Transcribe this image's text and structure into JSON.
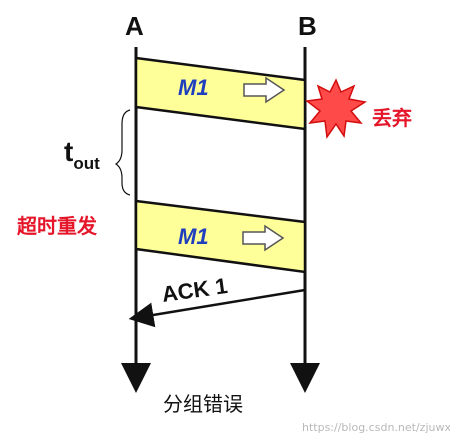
{
  "diagram": {
    "nodes": {
      "a": "A",
      "b": "B"
    },
    "messages": {
      "first": "M1",
      "retransmit": "M1",
      "ack": "ACK 1"
    },
    "timeout": {
      "base": "t",
      "sub": "out"
    },
    "labels": {
      "discard": "丢弃",
      "retransmit": "超时重发",
      "caption": "分组错误"
    },
    "watermark": "https://blog.csdn.net/zjuwxx"
  },
  "colors": {
    "band_fill": "#ffff99",
    "message_text": "#1f3fbf",
    "alert_red": "#e5162a",
    "burst_fill": "#ff4a4a",
    "line": "#111111"
  }
}
